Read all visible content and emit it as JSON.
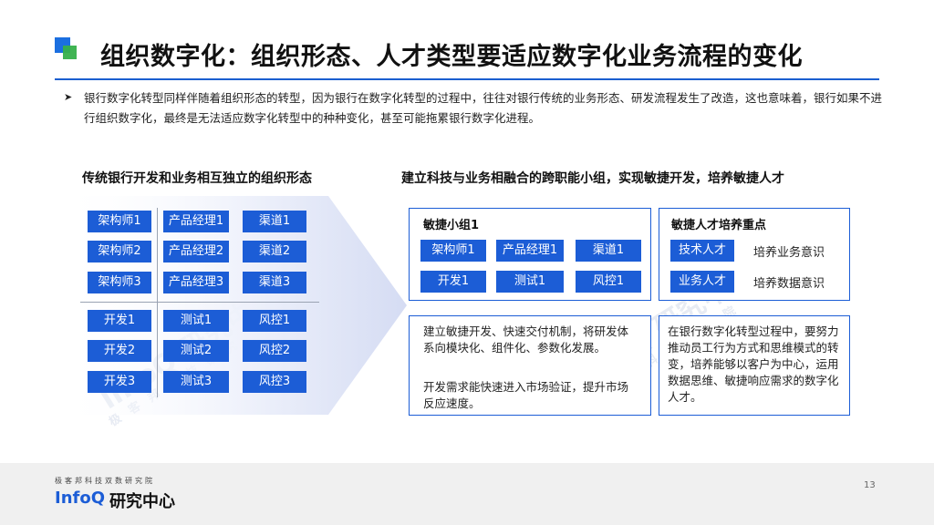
{
  "title": "组织数字化：组织形态、人才类型要适应数字化业务流程的变化",
  "bullet": "银行数字化转型同样伴随着组织形态的转型，因为银行在数字化转型的过程中，往往对银行传统的业务形态、研发流程发生了改造，这也意味着，银行如果不进行组织数字化，最终是无法适应数字化转型中的种种变化，甚至可能拖累银行数字化进程。",
  "left_heading": "传统银行开发和业务相互独立的组织形态",
  "right_heading": "建立科技与业务相融合的跨职能小组，实现敏捷开发，培养敏捷人才",
  "left_grid": {
    "row1": [
      "架构师1",
      "产品经理1",
      "渠道1"
    ],
    "row2": [
      "架构师2",
      "产品经理2",
      "渠道2"
    ],
    "row3": [
      "架构师3",
      "产品经理3",
      "渠道3"
    ],
    "row4": [
      "开发1",
      "测试1",
      "风控1"
    ],
    "row5": [
      "开发2",
      "测试2",
      "风控2"
    ],
    "row6": [
      "开发3",
      "测试3",
      "风控3"
    ]
  },
  "agile_team": {
    "title": "敏捷小组1",
    "row1": [
      "架构师1",
      "产品经理1",
      "渠道1"
    ],
    "row2": [
      "开发1",
      "测试1",
      "风控1"
    ]
  },
  "talent": {
    "title": "敏捷人才培养重点",
    "items": [
      {
        "tag": "技术人才",
        "desc": "培养业务意识"
      },
      {
        "tag": "业务人才",
        "desc": "培养数据意识"
      }
    ]
  },
  "agile_desc": {
    "p1": "建立敏捷开发、快速交付机制，将研发体系向模块化、组件化、参数化发展。",
    "p2": "开发需求能快速进入市场验证，提升市场反应速度。"
  },
  "talent_desc": "在银行数字化转型过程中，要努力推动员工行为方式和思维模式的转变，培养能够以客户为中心，运用数据思维、敏捷响应需求的数字化人才。",
  "footer": {
    "org_small": "极客邦科技双数研究院",
    "brand": "InfoQ",
    "center": "研究中心",
    "page": "13"
  },
  "colors": {
    "accent_blue": "#1c5dd6",
    "logo_green": "#36b04a"
  }
}
